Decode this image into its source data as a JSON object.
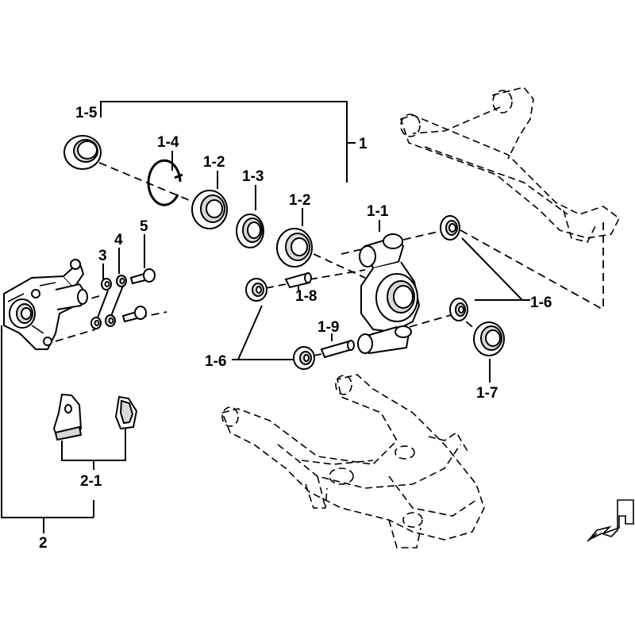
{
  "labels": {
    "l1": "1",
    "l1_1": "1-1",
    "l1_2a": "1-2",
    "l1_2b": "1-2",
    "l1_3": "1-3",
    "l1_4": "1-4",
    "l1_5": "1-5",
    "l1_6a": "1-6",
    "l1_6b": "1-6",
    "l1_7": "1-7",
    "l1_8": "1-8",
    "l1_9": "1-9",
    "l2": "2",
    "l2_1": "2-1",
    "l3": "3",
    "l4": "4",
    "l5": "5"
  },
  "icons": {
    "front_arrow": "front-direction-arrow-icon"
  }
}
